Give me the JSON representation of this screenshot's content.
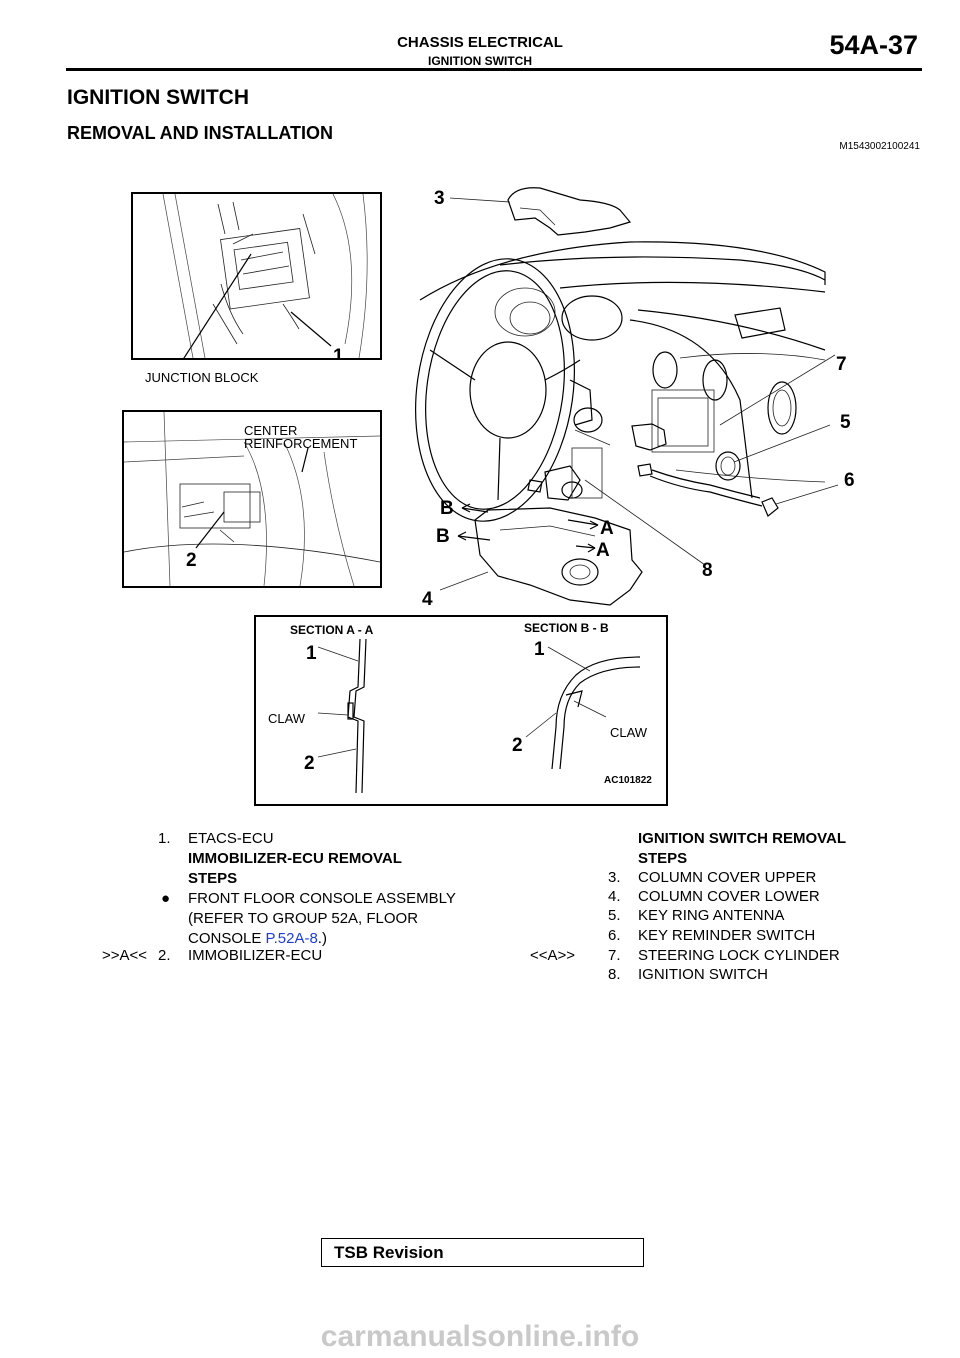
{
  "header": {
    "title": "CHASSIS ELECTRICAL",
    "subtitle": "IGNITION SWITCH",
    "page_number": "54A-37"
  },
  "heading": "IGNITION SWITCH",
  "subheading": "REMOVAL AND INSTALLATION",
  "doc_code": "M1543002100241",
  "figure": {
    "junction_block_label": "JUNCTION BLOCK",
    "center_reinforcement_line1": "CENTER",
    "center_reinforcement_line2": "REINFORCEMENT",
    "section_aa": "SECTION A - A",
    "section_bb": "SECTION B - B",
    "claw": "CLAW",
    "figure_code": "AC101822",
    "callouts": {
      "n1": "1",
      "n2": "2",
      "n3": "3",
      "n4": "4",
      "n5": "5",
      "n6": "6",
      "n7": "7",
      "n8": "8",
      "a": "A",
      "b": "B"
    }
  },
  "left_list": {
    "item1_num": "1.",
    "item1_text": "ETACS-ECU",
    "steps_heading_1": "IMMOBILIZER-ECU REMOVAL",
    "steps_heading_2": "STEPS",
    "bullet_line1": "FRONT FLOOR CONSOLE ASSEMBLY",
    "bullet_line2": "(REFER TO GROUP 52A, FLOOR",
    "bullet_line3_pre": "CONSOLE ",
    "bullet_link": "P.52A-8",
    "bullet_line3_post": ".)",
    "item2_marker": ">>A<<",
    "item2_num": "2.",
    "item2_text": "IMMOBILIZER-ECU"
  },
  "right_list": {
    "steps_heading_1": "IGNITION SWITCH REMOVAL",
    "steps_heading_2": "STEPS",
    "items": [
      {
        "num": "3.",
        "text": "COLUMN COVER UPPER",
        "marker": ""
      },
      {
        "num": "4.",
        "text": "COLUMN COVER LOWER",
        "marker": ""
      },
      {
        "num": "5.",
        "text": "KEY RING ANTENNA",
        "marker": ""
      },
      {
        "num": "6.",
        "text": "KEY REMINDER SWITCH",
        "marker": ""
      },
      {
        "num": "7.",
        "text": "STEERING LOCK CYLINDER",
        "marker": "<<A>>"
      },
      {
        "num": "8.",
        "text": "IGNITION SWITCH",
        "marker": ""
      }
    ]
  },
  "footer": {
    "tsb_revision": "TSB Revision",
    "watermark": "carmanualsonline.info"
  }
}
